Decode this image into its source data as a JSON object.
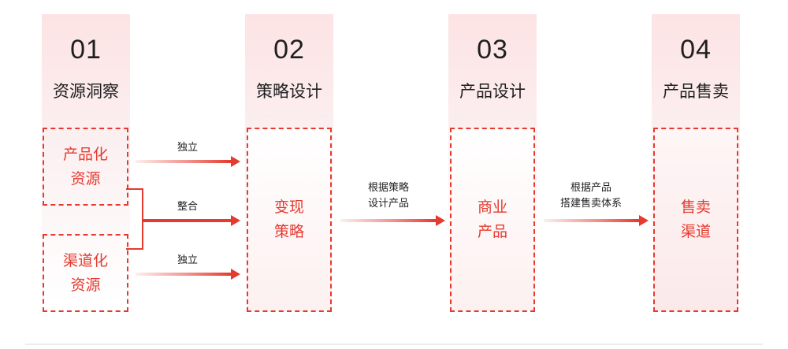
{
  "stages": [
    {
      "number": "01",
      "title": "资源洞察"
    },
    {
      "number": "02",
      "title": "策略设计"
    },
    {
      "number": "03",
      "title": "产品设计"
    },
    {
      "number": "04",
      "title": "产品售卖"
    }
  ],
  "boxes": {
    "productized_resource": "产品化\n资源",
    "channelized_resource": "渠道化\n资源",
    "monetization_strategy": "变现\n策略",
    "commercial_product": "商业\n产品",
    "sales_channel": "售卖\n渠道"
  },
  "arrow_labels": {
    "independent_top": "独立",
    "integrate": "整合",
    "independent_bottom": "独立",
    "design_by_strategy": "根据策略\n设计产品",
    "build_sales_system": "根据产品\n搭建售卖体系"
  },
  "colors": {
    "accent": "#e53a2f",
    "column_tint": "#fde3e4",
    "text": "#1f1f1f"
  }
}
